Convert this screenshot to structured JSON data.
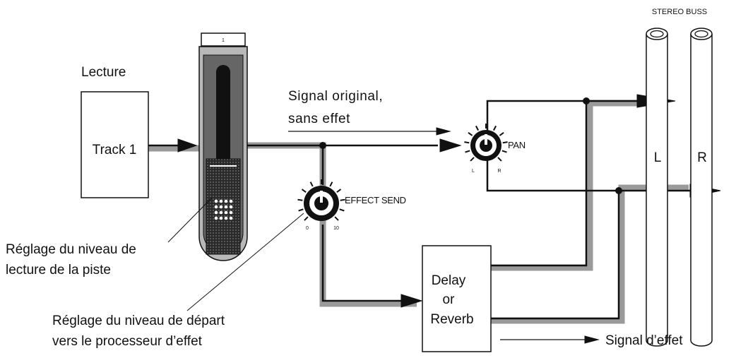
{
  "labels": {
    "lecture": "Lecture",
    "track": "Track 1",
    "signal_original_line1": "Signal original,",
    "signal_original_line2": "sans effet",
    "pan": "PAN",
    "pan_left_mark": "L",
    "pan_right_mark": "R",
    "effect_send": "EFFECT SEND",
    "send_min_mark": "0",
    "send_max_mark": "10",
    "fader_top_mark": "1",
    "delay_line1": "Delay",
    "delay_line2": "or",
    "delay_line3": "Reverb",
    "stereo_buss": "STEREO BUSS",
    "bus_left": "L",
    "bus_right": "R",
    "reglage_lecture_line1": "Réglage du niveau de",
    "reglage_lecture_line2": "lecture de la piste",
    "reglage_depart_line1": "Réglage du niveau de départ",
    "reglage_depart_line2": "vers le processeur d’effet",
    "signal_effet": "Signal d’effet"
  },
  "colors": {
    "line": "#111111",
    "signal_shadow": "#9a9a9a",
    "fader_body": "#b8b8b8",
    "fader_window": "#666666",
    "fader_slot": "#111111",
    "bus_fill": "#ffffff"
  }
}
